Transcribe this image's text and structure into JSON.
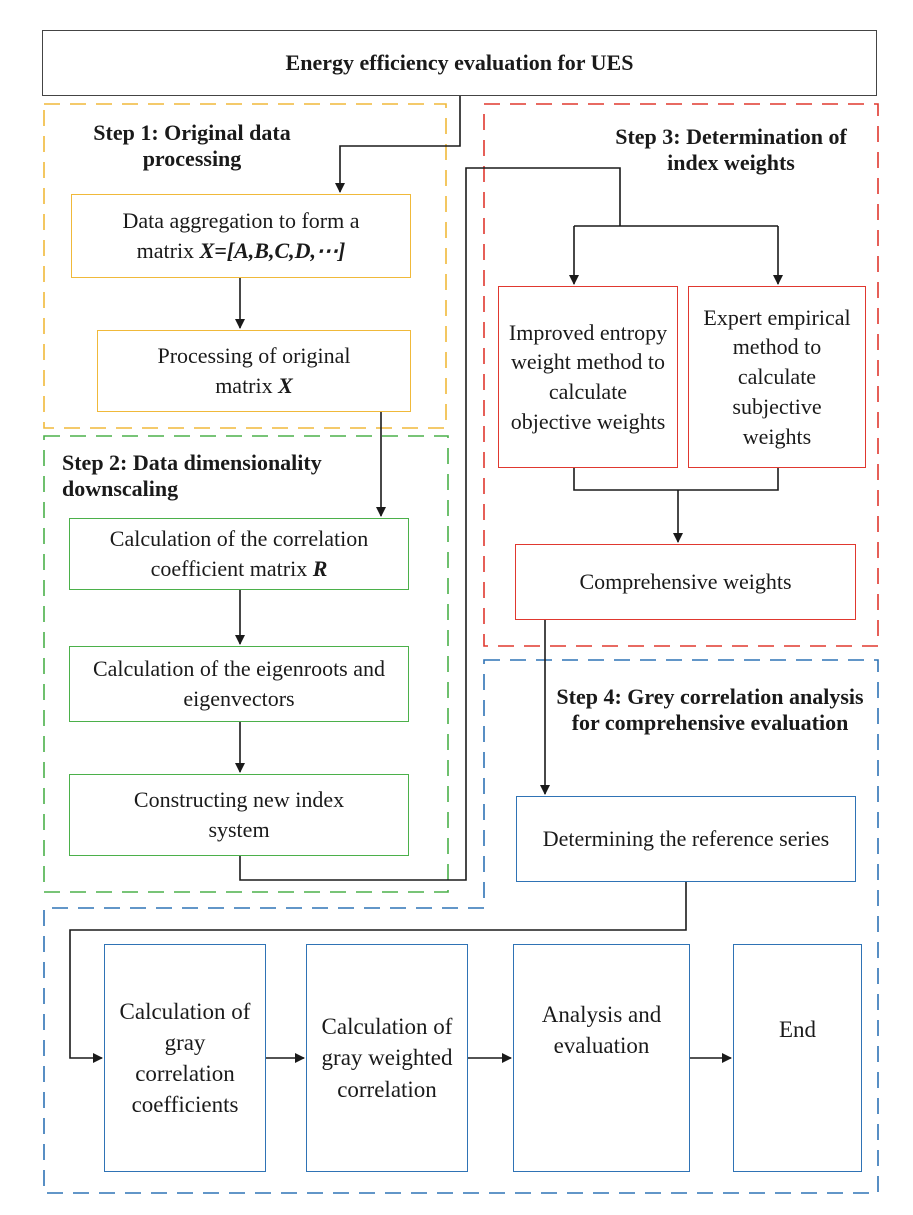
{
  "title": "Energy efficiency evaluation for UES",
  "steps": {
    "step1": "Step 1: Original data processing",
    "step2": "Step 2: Data dimensionality downscaling",
    "step3": "Step 3: Determination of index weights",
    "step4": "Step 4: Grey correlation analysis for comprehensive evaluation"
  },
  "nodes": {
    "aggregation": {
      "line1": "Data aggregation to form a",
      "prefix": "matrix ",
      "formula": "X=[A,B,C,D,⋯]"
    },
    "processing": {
      "line1": "Processing of original",
      "prefix": "matrix ",
      "formula": "X"
    },
    "correlation_matrix": {
      "line1": "Calculation of the correlation",
      "prefix": "coefficient matrix ",
      "formula": "R"
    },
    "eigen": "Calculation of the eigenroots and eigenvectors",
    "new_index": "Constructing new index system",
    "entropy": "Improved entropy weight method to calculate objective weights",
    "expert": "Expert empirical method to calculate subjective weights",
    "comprehensive": "Comprehensive weights",
    "reference": "Determining the reference series",
    "gray_coef": "Calculation of gray correlation coefficients",
    "gray_weighted": "Calculation of gray weighted correlation",
    "analysis": "Analysis and evaluation",
    "end": "End"
  },
  "colors": {
    "step1": "#f0b93a",
    "step2": "#4bb04a",
    "step3": "#e0382f",
    "step4": "#2f73b5",
    "arrow": "#1a1a1a"
  }
}
